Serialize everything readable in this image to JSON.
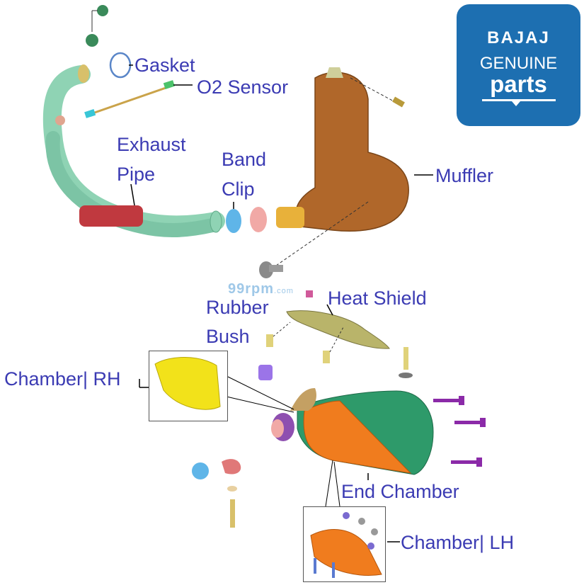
{
  "brand": {
    "line1": "BAJAJ",
    "line2": "GENUINE",
    "line3": "parts",
    "color": "#1d6fb1"
  },
  "watermark": {
    "main": "99rpm",
    "suffix": ".com"
  },
  "labels": {
    "gasket": "Gasket",
    "o2_sensor": "O2 Sensor",
    "exhaust_pipe_1": "Exhaust",
    "exhaust_pipe_2": "Pipe",
    "band_clip_1": "Band",
    "band_clip_2": "Clip",
    "muffler": "Muffler",
    "heat_shield": "Heat Shield",
    "rubber_bush_1": "Rubber",
    "rubber_bush_2": "Bush",
    "chamber_rh": "Chamber| RH",
    "end_chamber": "End Chamber",
    "chamber_lh": "Chamber| LH"
  },
  "colors": {
    "label": "#3b3bb3",
    "pipe": "#8fd3b4",
    "muffler": "#b0672a",
    "heat_shield": "#b9b46a",
    "chamber_rh": "#f2e21a",
    "chamber_lh": "#f07c1e",
    "end_chamber_green": "#2e9a6a",
    "bolt_purple": "#8b2aa8"
  }
}
